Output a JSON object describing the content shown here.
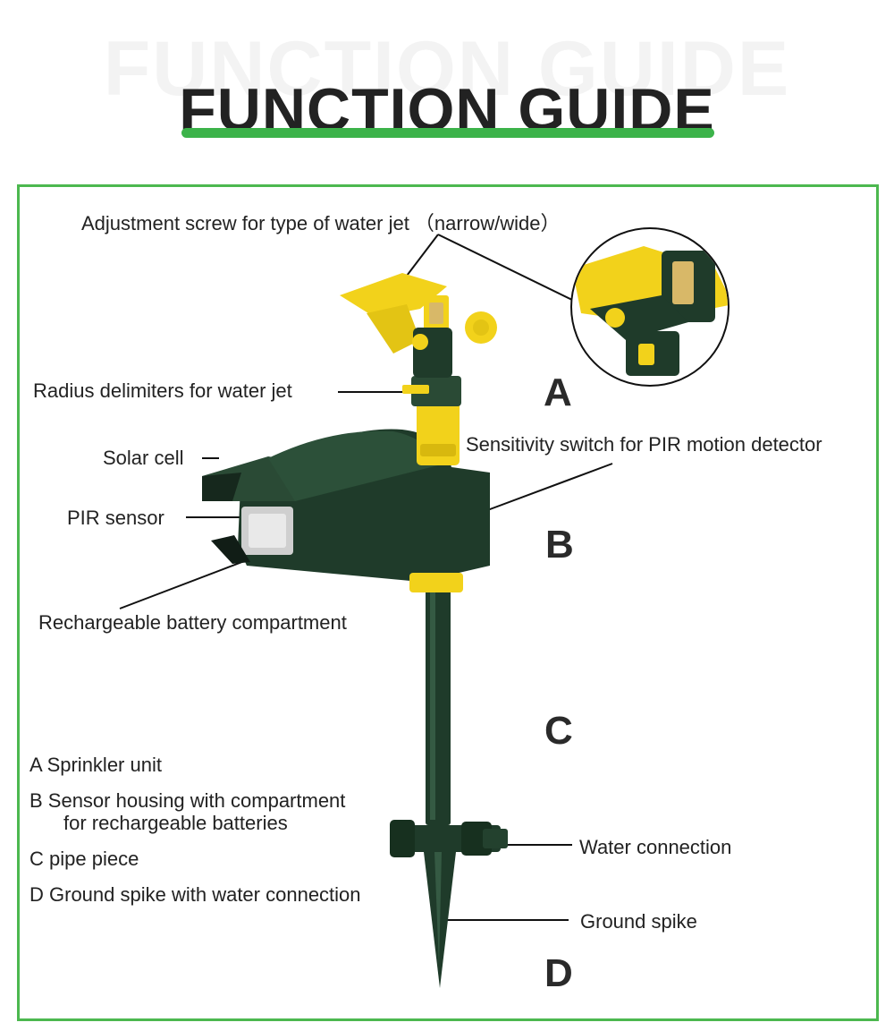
{
  "header": {
    "title": "FUNCTION GUIDE",
    "ghost_title": "FUNCTION GUIDE"
  },
  "callouts": {
    "adjustment_screw": "Adjustment screw for type of water jet （narrow/wide）",
    "radius_delimiters": "Radius delimiters for water jet",
    "solar_cell": "Solar cell",
    "sensitivity_switch": "Sensitivity switch for PIR motion detector",
    "pir_sensor": "PIR sensor",
    "battery_compartment": "Rechargeable battery compartment",
    "water_connection": "Water connection",
    "ground_spike": "Ground spike"
  },
  "section_letters": {
    "a": "A",
    "b": "B",
    "c": "C",
    "d": "D"
  },
  "legend": {
    "a": "A  Sprinkler unit",
    "b_line1": "B  Sensor housing with compartment",
    "b_line2": "for rechargeable batteries",
    "c": "C  pipe piece",
    "d": "D Ground spike with water connection"
  },
  "colors": {
    "accent_green": "#3cb34a",
    "product_green": "#1f3b2a",
    "product_yellow": "#f2d21b"
  }
}
